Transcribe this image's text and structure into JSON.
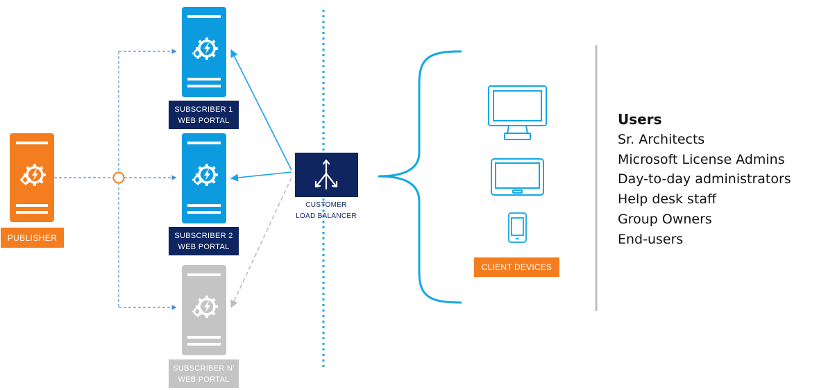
{
  "publisher": {
    "label": "PUBLISHER",
    "color": "#f47d20"
  },
  "subscribers": [
    {
      "line1": "SUBSCRIBER  1",
      "line2": "WEB PORTAL",
      "color": "#0d9be0",
      "label_color": "#0f2560"
    },
    {
      "line1": "SUBSCRIBER  2",
      "line2": "WEB PORTAL",
      "color": "#0d9be0",
      "label_color": "#0f2560"
    },
    {
      "line1": "SUBSCRIBER  N’",
      "line2": "WEB PORTAL",
      "color": "#c4c4c4",
      "label_color": "#c4c4c4"
    }
  ],
  "load_balancer": {
    "line1": "CUSTOMER",
    "line2": "LOAD BALANCER",
    "color": "#0f2560"
  },
  "client_devices": {
    "label": "CLIENT DEVICES",
    "devices": [
      "monitor-icon",
      "tablet-icon",
      "phone-icon"
    ],
    "color": "#12a8e6"
  },
  "users": {
    "heading": "Users",
    "items": [
      "Sr. Architects",
      "Microsoft License Admins",
      "Day-to-day administrators",
      "Help desk staff",
      "Group Owners",
      "End-users"
    ]
  },
  "colors": {
    "connector": "#4a8fd0",
    "arrow_active": "#1aa3e8",
    "arrow_inactive": "#bdbdbd",
    "divider_dotted": "#12a8e6",
    "divider_gray": "#bfbfbf"
  }
}
